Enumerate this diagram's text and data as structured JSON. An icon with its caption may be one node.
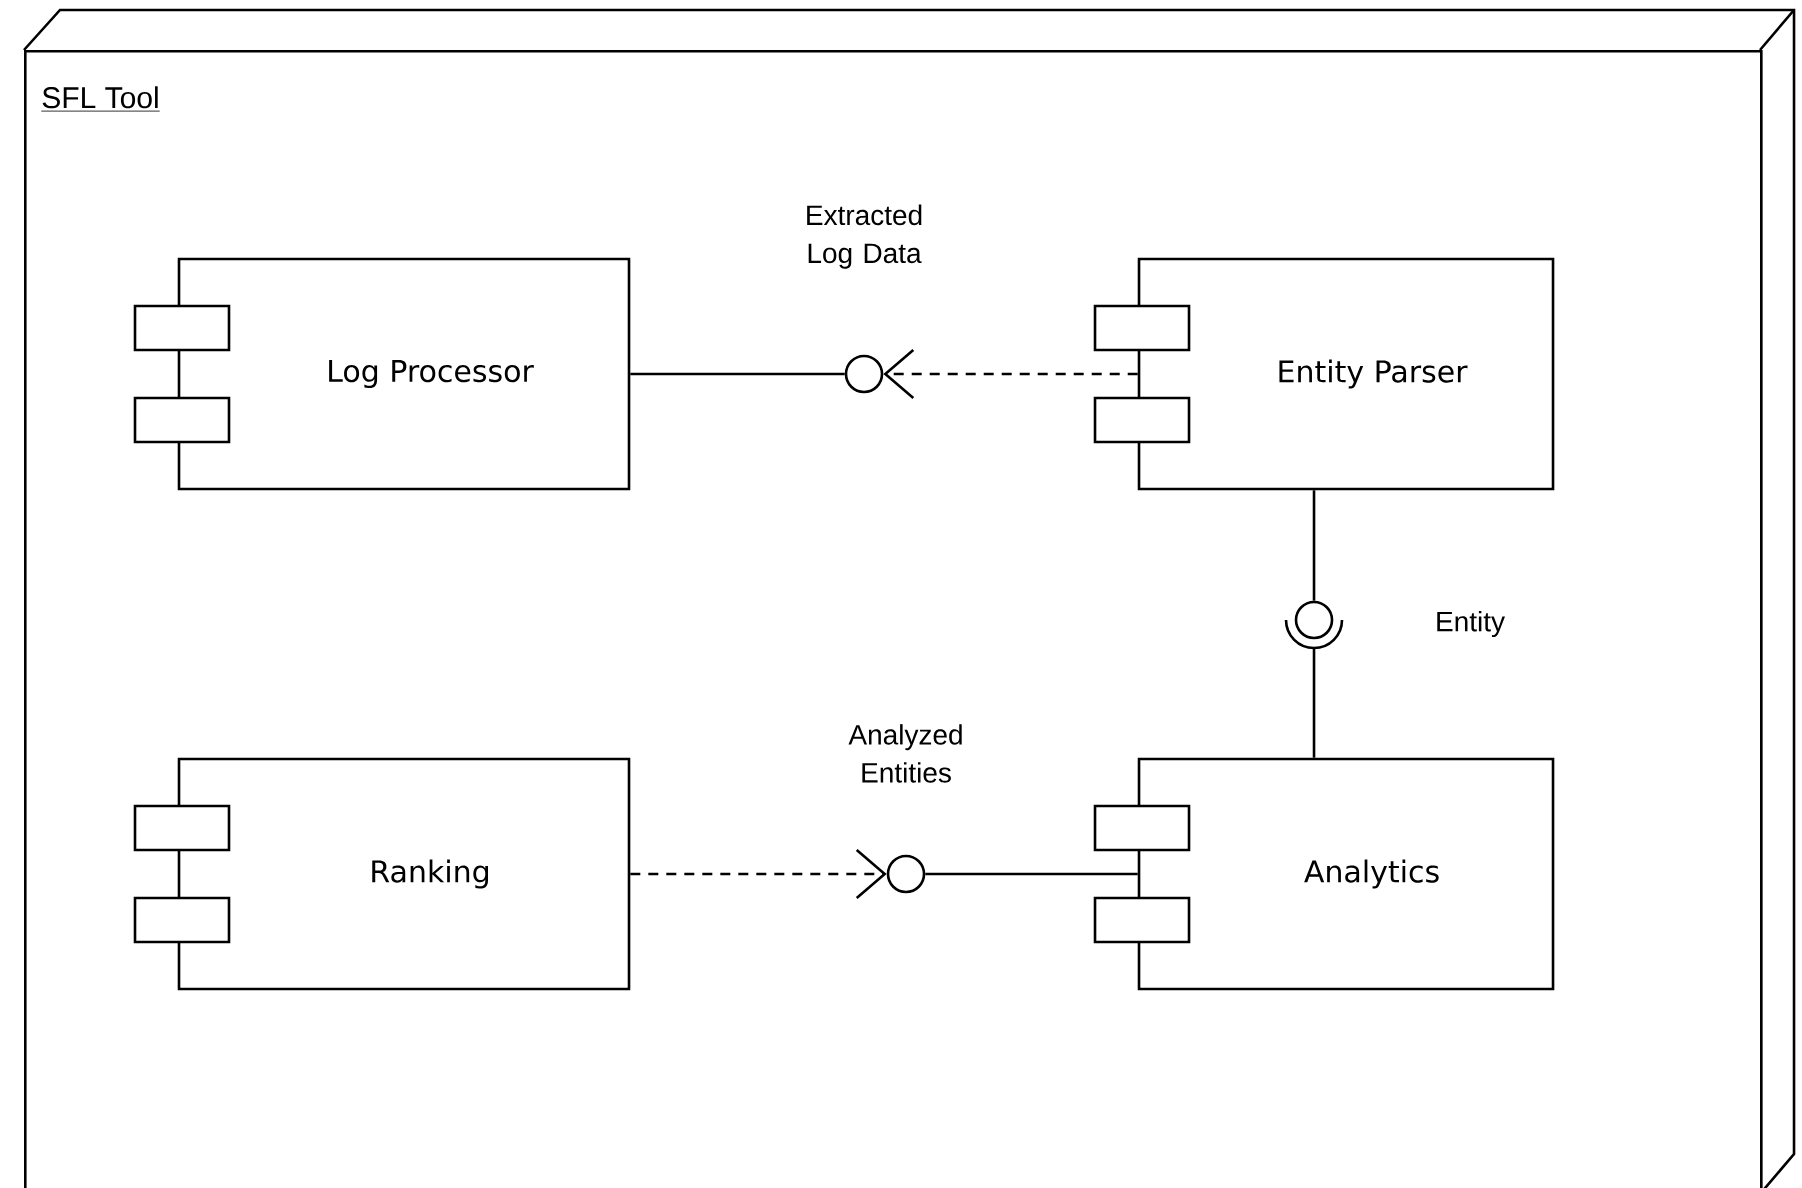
{
  "diagram": {
    "nodes": [
      {
        "text": [
          "SFL Tool"
        ]
      },
      {
        "text": [
          "Log Processor"
        ],
        "in": 0
      },
      {
        "text": [
          "Entity Parser"
        ],
        "in": 0
      },
      {
        "text": [
          "Ranking"
        ],
        "in": 0
      },
      {
        "text": [
          "Analytics"
        ],
        "in": 0
      },
      {
        "text": [],
        "shape": "circle",
        "beside": [
          "Extracted Log Data"
        ],
        "in": 0
      },
      {
        "text": [],
        "shape": "circle",
        "beside": [
          "Entity"
        ],
        "in": 0
      },
      {
        "text": [],
        "shape": "circle",
        "beside": [
          "Analyzed Entities"
        ],
        "in": 0
      }
    ],
    "edges": [
      {
        "from": 1,
        "to": 5,
        "arrow": "none"
      },
      {
        "from": 2,
        "to": 5,
        "arrow": "to",
        "style": "dashed"
      },
      {
        "from": 2,
        "to": 6,
        "arrow": "none"
      },
      {
        "from": 4,
        "to": 6,
        "arrow": "none"
      },
      {
        "from": 4,
        "to": 7,
        "arrow": "none"
      },
      {
        "from": 3,
        "to": 7,
        "arrow": "to",
        "style": "dashed"
      }
    ]
  }
}
